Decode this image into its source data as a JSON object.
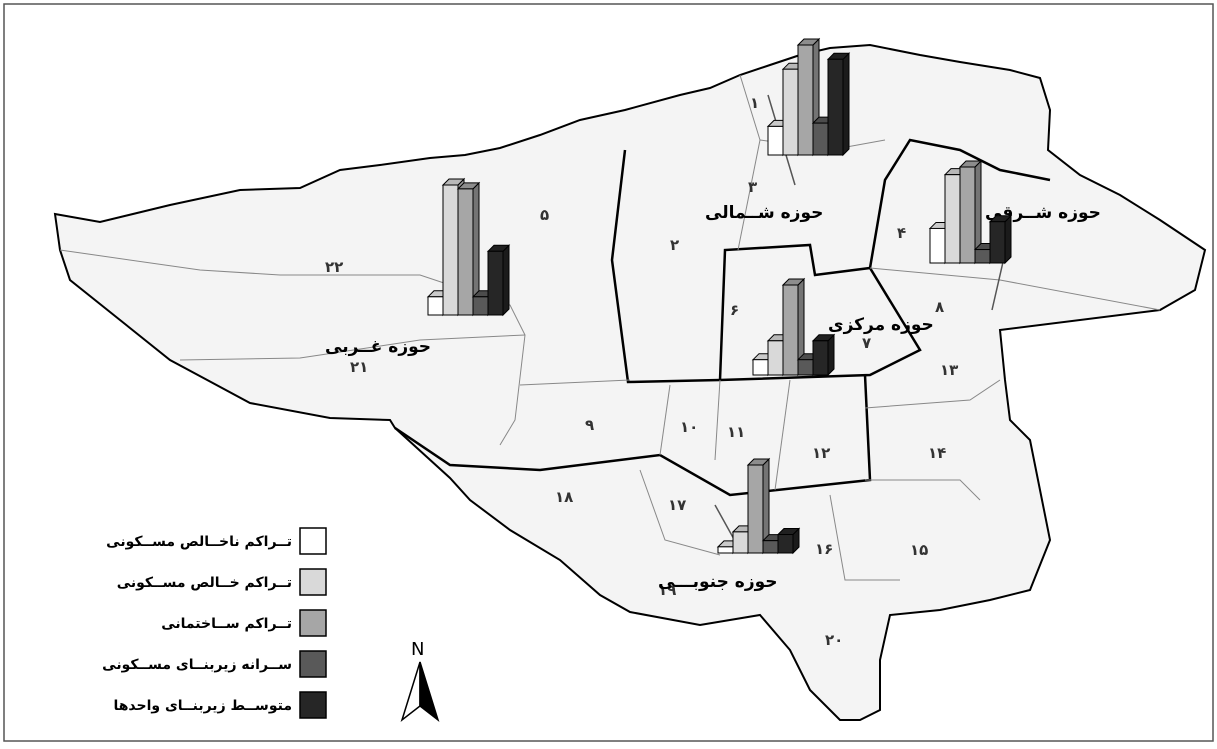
{
  "map": {
    "districts": [
      "۱",
      "۲",
      "۳",
      "۴",
      "۵",
      "۶",
      "۷",
      "۸",
      "۹",
      "۱۰",
      "۱۱",
      "۱۲",
      "۱۳",
      "۱۴",
      "۱۵",
      "۱۶",
      "۱۷",
      "۱۸",
      "۱۹",
      "۲۰",
      "۲۱",
      "۲۲"
    ],
    "zones": {
      "west": "حوزه غــربی",
      "north": "حوزه شــمالی",
      "east": "حوزه شــرقی",
      "central": "حوزه مرکزی",
      "south": "حوزه جنوبـــی"
    },
    "north_label": "N"
  },
  "legend": {
    "items": [
      {
        "label": "تــراکم ناخــالص مســکونی",
        "color": "#ffffff"
      },
      {
        "label": "تــراکم خــالص مســکونی",
        "color": "#d9d9d9"
      },
      {
        "label": "تــراکم ســاختمانی",
        "color": "#a6a6a6"
      },
      {
        "label": "ســرانه زیربنــای مســکونی",
        "color": "#595959"
      },
      {
        "label": "متوســط زیربنــای واحدها",
        "color": "#262626"
      }
    ]
  },
  "chart_data": {
    "type": "bar",
    "series_names": [
      "تــراکم ناخــالص مســکونی",
      "تــراکم خــالص مســکونی",
      "تــراکم ســاختمانی",
      "ســرانه زیربنــای مســکونی",
      "متوســط زیربنــای واحدها"
    ],
    "groups": [
      {
        "zone": "north",
        "values": [
          0.26,
          0.78,
          1.0,
          0.29,
          0.87
        ]
      },
      {
        "zone": "east",
        "values": [
          0.36,
          0.92,
          1.0,
          0.14,
          0.43
        ]
      },
      {
        "zone": "west",
        "values": [
          0.14,
          1.0,
          0.97,
          0.14,
          0.49
        ]
      },
      {
        "zone": "central",
        "values": [
          0.17,
          0.38,
          1.0,
          0.17,
          0.38
        ]
      },
      {
        "zone": "south",
        "values": [
          0.07,
          0.24,
          1.0,
          0.14,
          0.21
        ]
      }
    ]
  }
}
